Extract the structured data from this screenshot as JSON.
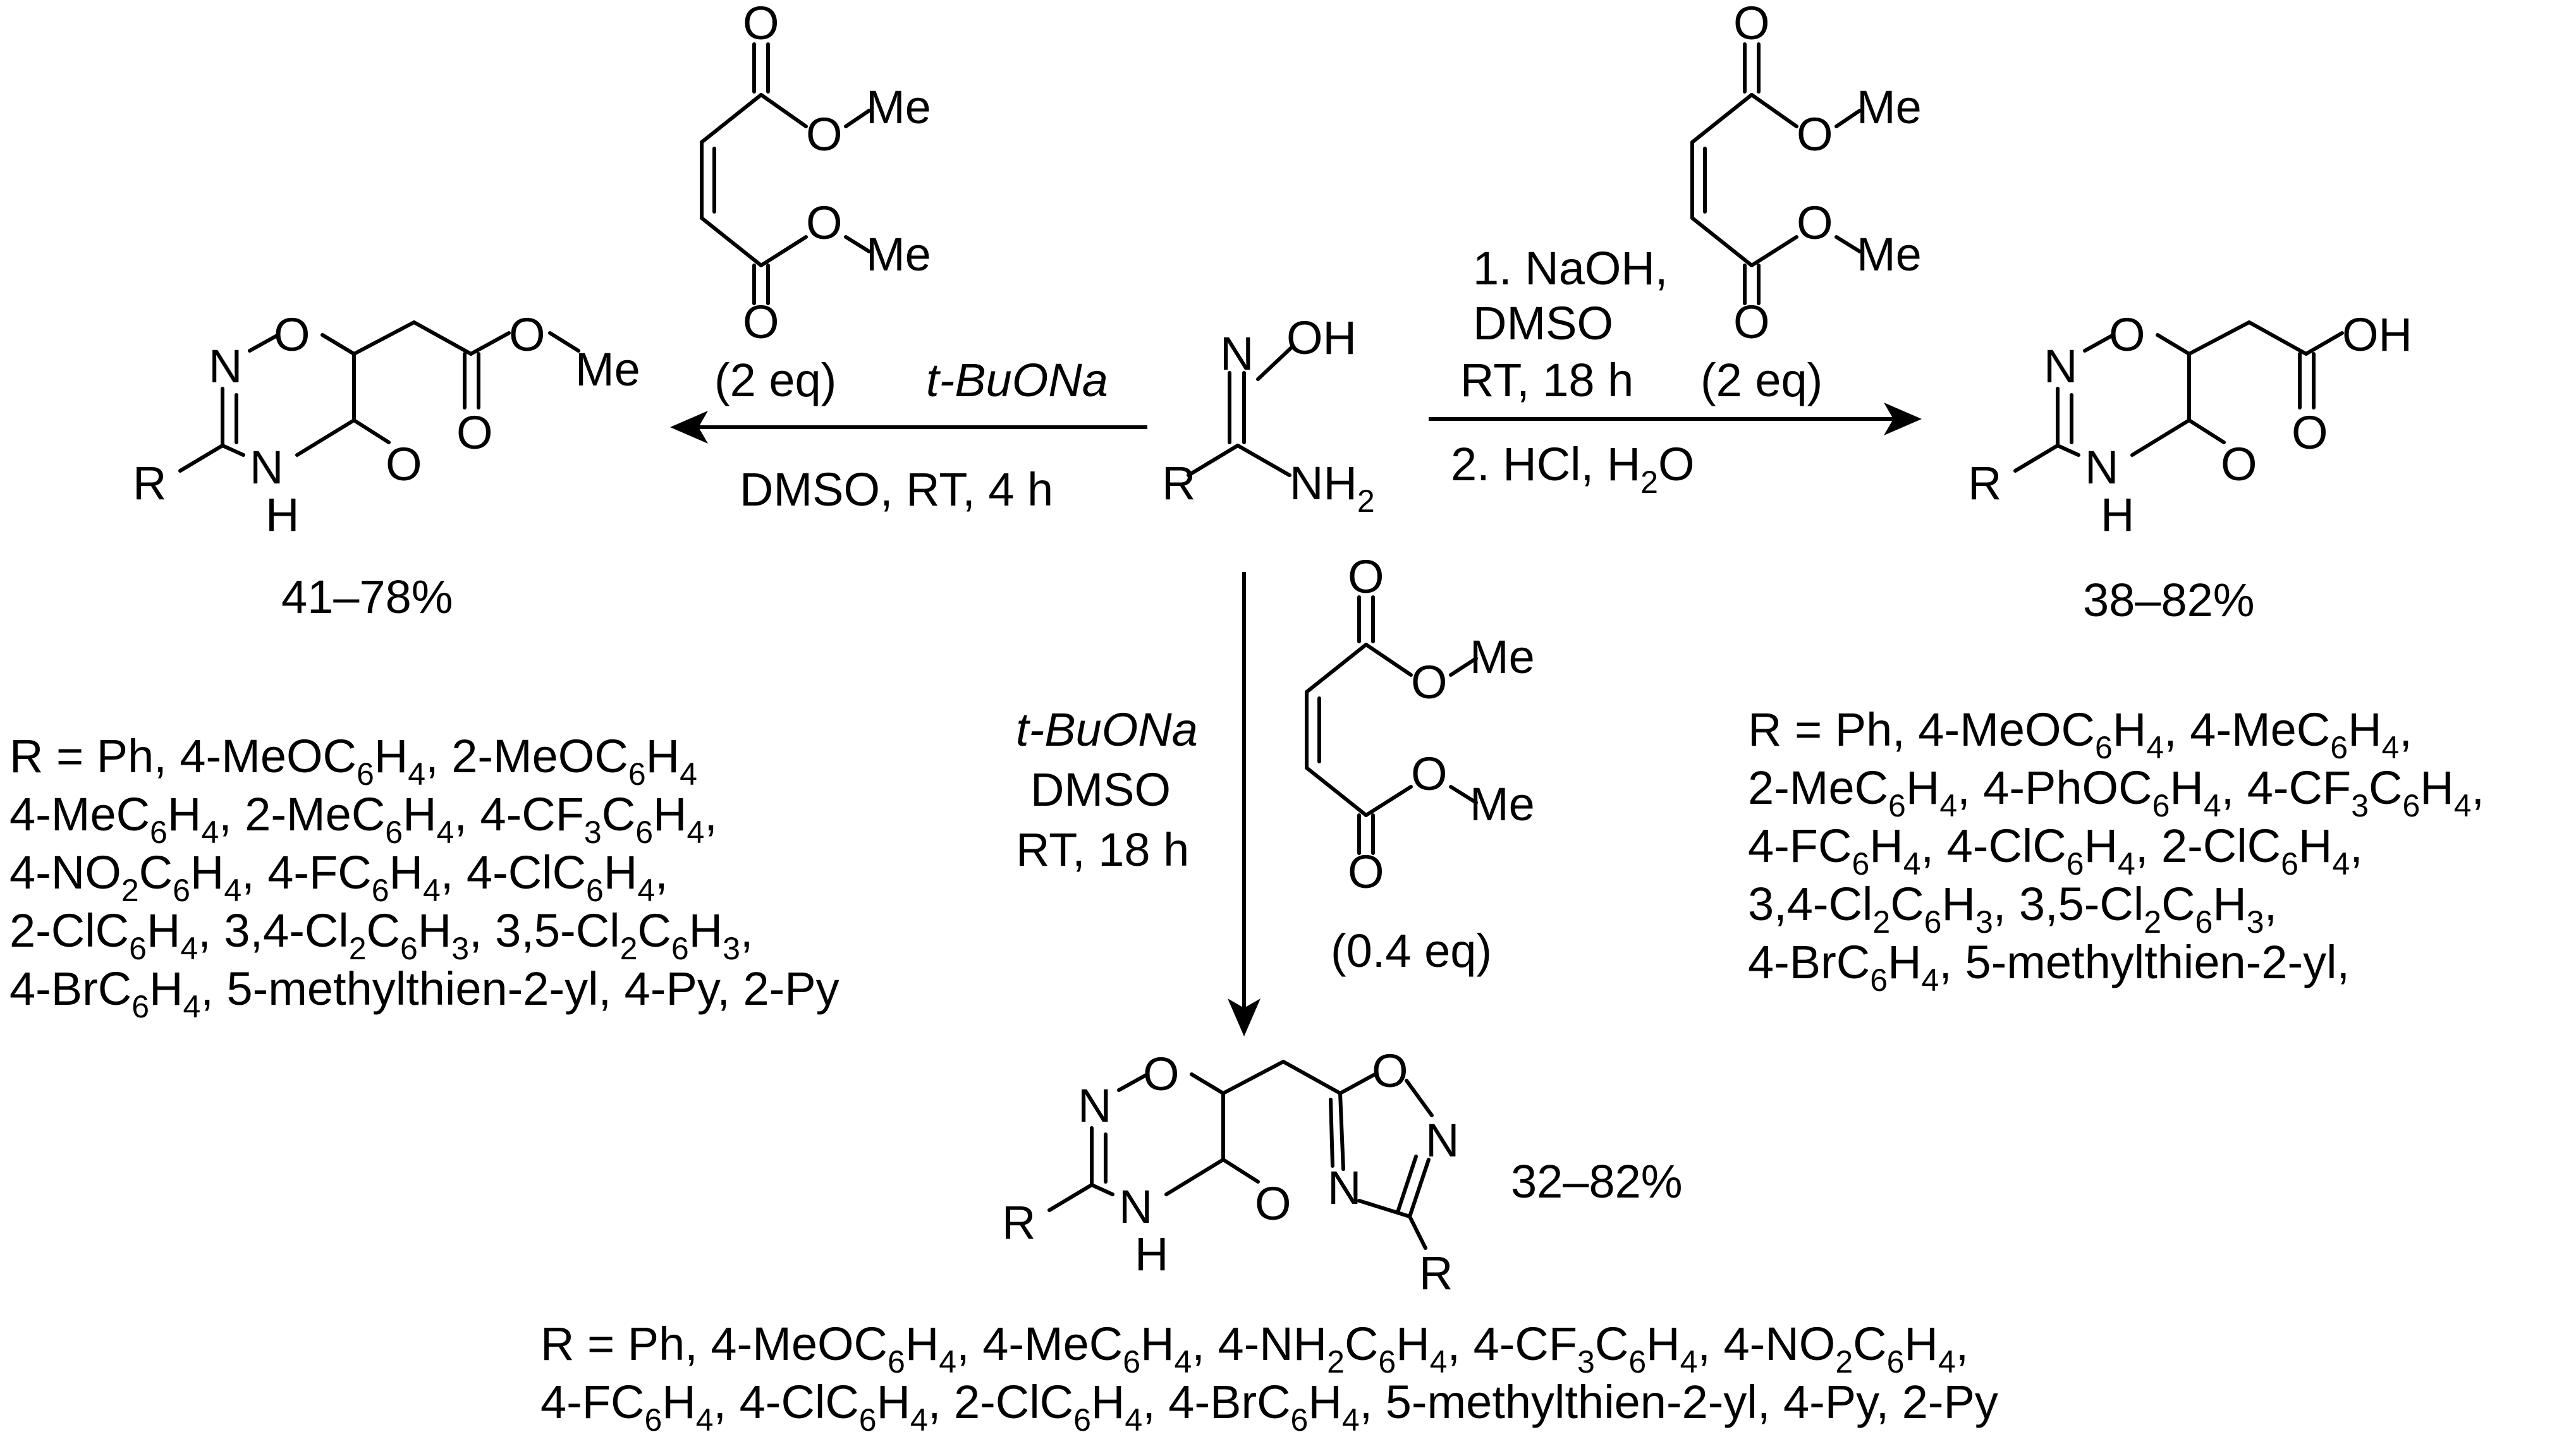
{
  "reagents": {
    "left": {
      "base": "t-BuONa",
      "conditions": "DMSO, RT, 4 h",
      "equiv": "(2 eq)",
      "yield": "41–78%"
    },
    "right": {
      "step1a": "1. NaOH,",
      "step1b": "DMSO",
      "step1c": "RT, 18 h",
      "step2": "2. HCl, H",
      "step2_sub": "2",
      "step2_tail": "O",
      "equiv": "(2 eq)",
      "yield": "38–82%"
    },
    "down": {
      "base": "t-BuONa",
      "solvent": "DMSO",
      "conditions": "RT, 18 h",
      "equiv": "(0.4 eq)",
      "yield": "32–82%"
    }
  },
  "atoms": {
    "O": "O",
    "OH": "OH",
    "N": "N",
    "H": "H",
    "NH": "N",
    "NH2": "NH",
    "NH2_sub": "2",
    "Me": "Me",
    "R": "R"
  },
  "substituents": {
    "left": [
      [
        "R = Ph, 4-MeOC",
        "6",
        "H",
        "4",
        ", 2-MeOC",
        "6",
        "H",
        "4"
      ],
      [
        "4-MeC",
        "6",
        "H",
        "4",
        ", 2-MeC",
        "6",
        "H",
        "4",
        ", 4-CF",
        "3",
        "C",
        "6",
        "H",
        "4",
        ","
      ],
      [
        " 4-NO",
        "2",
        "C",
        "6",
        "H",
        "4",
        ", 4-FC",
        "6",
        "H",
        "4",
        ", 4-ClC",
        "6",
        "H",
        "4",
        ","
      ],
      [
        "2-ClC",
        "6",
        "H",
        "4",
        ", 3,4-Cl",
        "2",
        "C",
        "6",
        "H",
        "3",
        ", 3,5-Cl",
        "2",
        "C",
        "6",
        "H",
        "3",
        ","
      ],
      [
        "4-BrC",
        "6",
        "H",
        "4",
        ", 5-methylthien-2-yl, 4-Py, 2-Py"
      ]
    ],
    "right": [
      [
        "R = Ph, 4-MeOC",
        "6",
        "H",
        "4",
        ", 4-MeC",
        "6",
        "H",
        "4",
        ","
      ],
      [
        "2-MeC",
        "6",
        "H",
        "4",
        ", 4-PhOC",
        "6",
        "H",
        "4",
        ", 4-CF",
        "3",
        "C",
        "6",
        "H",
        "4",
        ","
      ],
      [
        "4-FC",
        "6",
        "H",
        "4",
        ", 4-ClC",
        "6",
        "H",
        "4",
        ",  2-ClC",
        "6",
        "H",
        "4",
        ","
      ],
      [
        "3,4-Cl",
        "2",
        "C",
        "6",
        "H",
        "3",
        ", 3,5-Cl",
        "2",
        "C",
        "6",
        "H",
        "3",
        ","
      ],
      [
        "4-BrC",
        "6",
        "H",
        "4",
        ",  5-methylthien-2-yl,"
      ]
    ],
    "bottom": [
      [
        "R = Ph, 4-MeOC",
        "6",
        "H",
        "4",
        ", 4-MeC",
        "6",
        "H",
        "4",
        ", 4-NH",
        "2",
        "C",
        "6",
        "H",
        "4",
        ", 4-CF",
        "3",
        "C",
        "6",
        "H",
        "4",
        ", 4-NO",
        "2",
        "C",
        "6",
        "H",
        "4",
        ","
      ],
      [
        "4-FC",
        "6",
        "H",
        "4",
        ", 4-ClC",
        "6",
        "H",
        "4",
        ", 2-ClC",
        "6",
        "H",
        "4",
        ", 4-BrC",
        "6",
        "H",
        "4",
        ", 5-methylthien-2-yl, 4-Py, 2-Py"
      ]
    ]
  },
  "colors": {
    "ink": "#000000",
    "background": "#ffffff"
  }
}
